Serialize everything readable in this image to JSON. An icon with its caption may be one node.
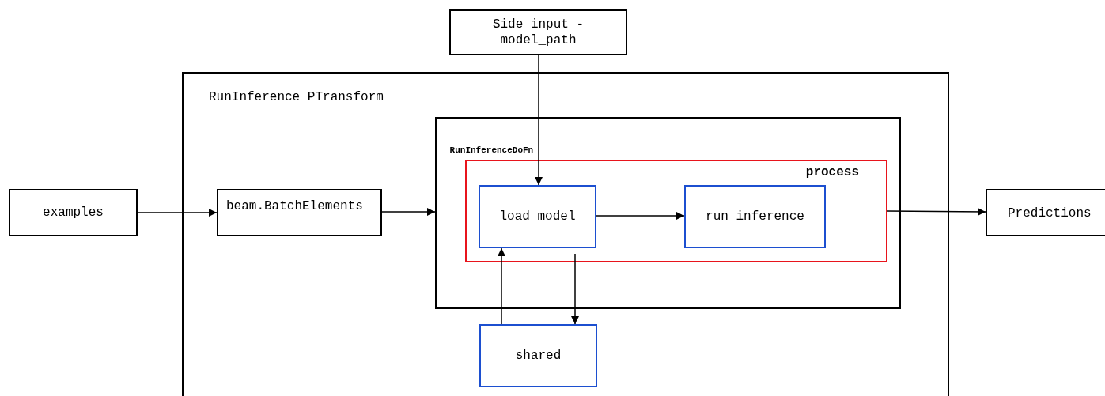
{
  "diagram": {
    "nodes": [
      {
        "text": [
          "Side input - model_path"
        ]
      },
      {
        "text": [
          "examples"
        ]
      },
      {
        "text": [
          "RunInference PTransform"
        ]
      },
      {
        "text": [
          "beam.BatchElements"
        ],
        "in": 2
      },
      {
        "text": [
          "_RunInferenceDoFn"
        ],
        "in": 2
      },
      {
        "text": [
          "process"
        ],
        "in": 4
      },
      {
        "text": [
          "load_model"
        ],
        "in": 5
      },
      {
        "text": [
          "run_inference"
        ],
        "in": 5
      },
      {
        "text": [
          "shared"
        ],
        "in": 2
      },
      {
        "text": [
          "Predictions"
        ]
      }
    ],
    "edges": [
      {
        "from": 0,
        "to": 6,
        "arrow": "to"
      },
      {
        "from": 1,
        "to": 3,
        "arrow": "to"
      },
      {
        "from": 3,
        "to": 4,
        "arrow": "to"
      },
      {
        "from": 6,
        "to": 7,
        "arrow": "to"
      },
      {
        "from": 5,
        "to": 9,
        "arrow": "to"
      },
      {
        "from": 8,
        "to": 6,
        "arrow": "to"
      },
      {
        "from": 6,
        "to": 8,
        "arrow": "to"
      }
    ]
  }
}
